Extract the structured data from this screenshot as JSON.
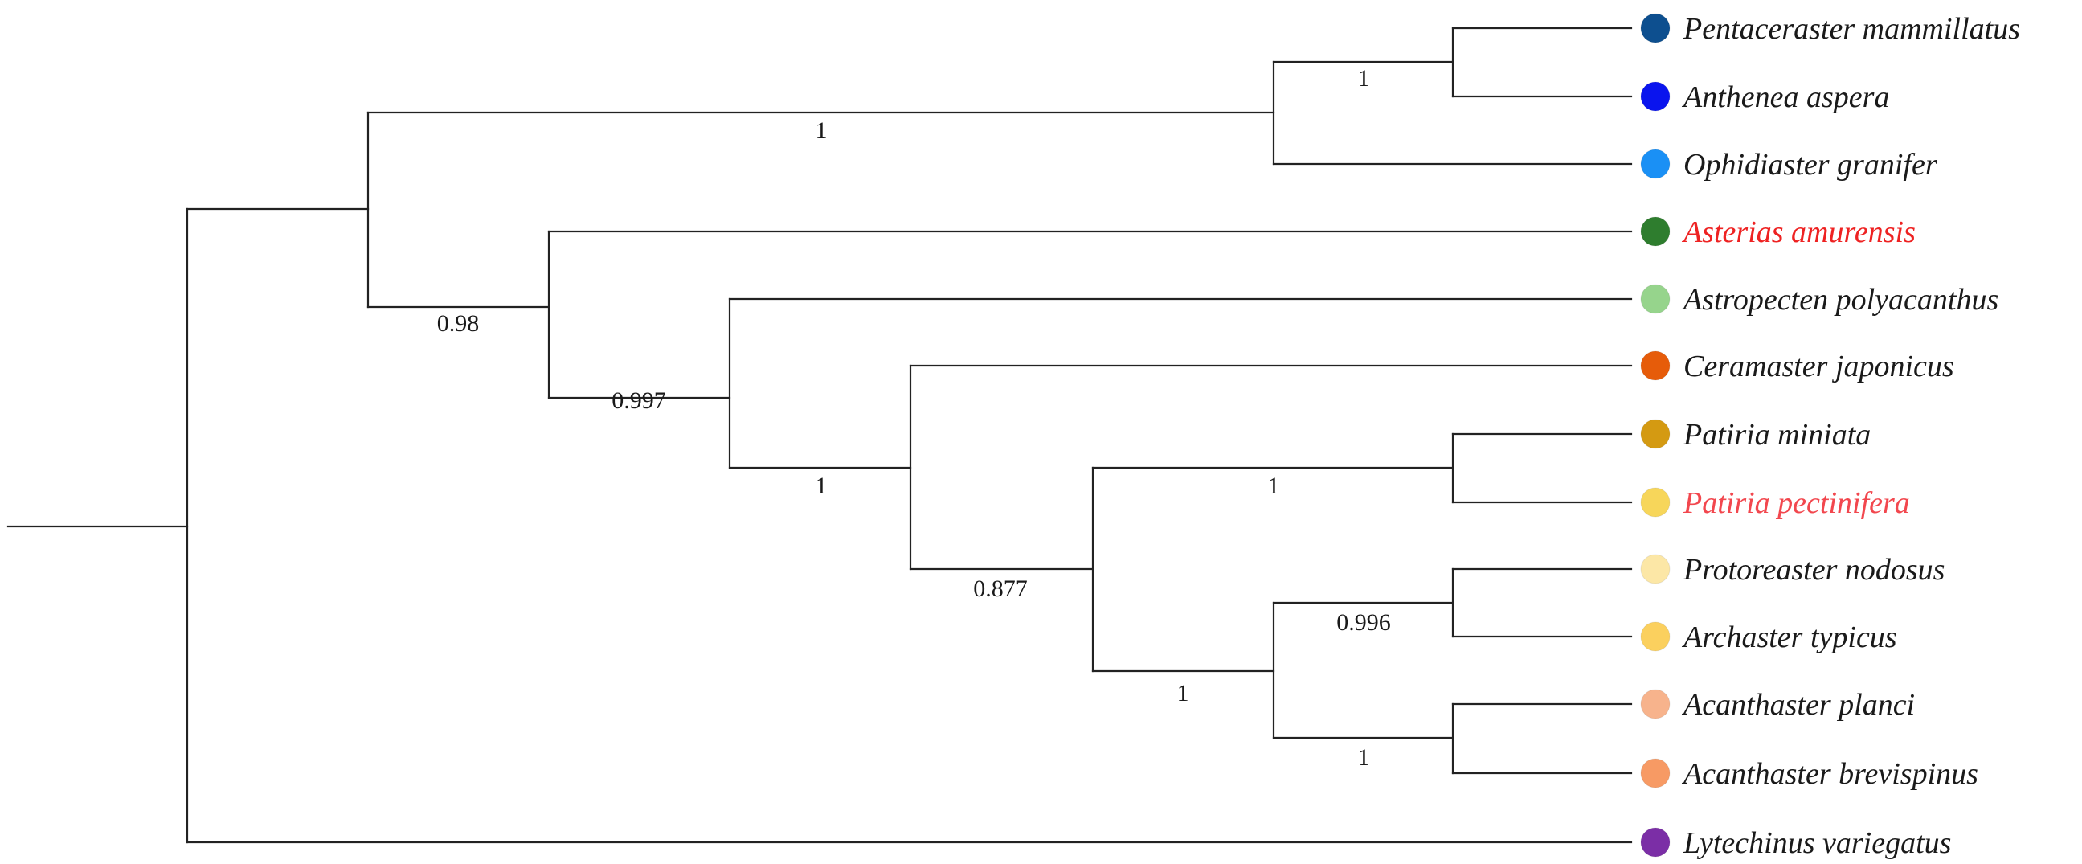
{
  "tree": {
    "taxa": [
      {
        "name": "Pentaceraster mammillatus",
        "dot_color": "#0d4f8f",
        "label_color": "#1a1a1a"
      },
      {
        "name": "Anthenea aspera",
        "dot_color": "#0a14ee",
        "label_color": "#1a1a1a"
      },
      {
        "name": "Ophidiaster granifer",
        "dot_color": "#1a90f5",
        "label_color": "#1a1a1a"
      },
      {
        "name": "Asterias amurensis",
        "dot_color": "#2e7d2e",
        "label_color": "#ee2222"
      },
      {
        "name": "Astropecten polyacanthus",
        "dot_color": "#96d48c",
        "label_color": "#1a1a1a"
      },
      {
        "name": "Ceramaster japonicus",
        "dot_color": "#e65c0a",
        "label_color": "#1a1a1a"
      },
      {
        "name": "Patiria miniata",
        "dot_color": "#d49a12",
        "label_color": "#1a1a1a"
      },
      {
        "name": "Patiria pectinifera",
        "dot_color": "#f7d65a",
        "label_color": "#f2474e"
      },
      {
        "name": "Protoreaster nodosus",
        "dot_color": "#fce7a6",
        "label_color": "#1a1a1a"
      },
      {
        "name": "Archaster typicus",
        "dot_color": "#fbd05e",
        "label_color": "#1a1a1a"
      },
      {
        "name": "Acanthaster planci",
        "dot_color": "#f7b38c",
        "label_color": "#1a1a1a"
      },
      {
        "name": "Acanthaster brevispinus",
        "dot_color": "#f79a64",
        "label_color": "#1a1a1a"
      },
      {
        "name": "Lytechinus variegatus",
        "dot_color": "#7b2ea6",
        "label_color": "#1a1a1a"
      }
    ],
    "support_values": [
      {
        "node": "pentaceraster-anthenea",
        "value": "1"
      },
      {
        "node": "pentaceraster-ophidiaster",
        "value": "1"
      },
      {
        "node": "asterias-clade",
        "value": "0.98"
      },
      {
        "node": "astropecten-clade",
        "value": "0.997"
      },
      {
        "node": "ceramaster-clade",
        "value": "1"
      },
      {
        "node": "patiria-clade",
        "value": "1"
      },
      {
        "node": "patiria-acanthaster",
        "value": "0.877"
      },
      {
        "node": "protoreaster-acanthaster",
        "value": "1"
      },
      {
        "node": "protoreaster-archaster",
        "value": "0.996"
      },
      {
        "node": "acanthaster-pair",
        "value": "1"
      }
    ]
  }
}
